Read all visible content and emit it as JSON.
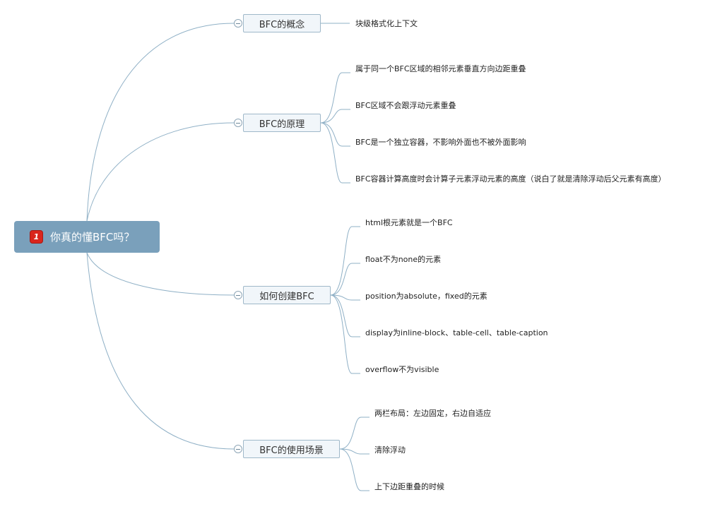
{
  "root": {
    "badge": "1",
    "title": "你真的懂BFC吗？"
  },
  "branches": [
    {
      "label": "BFC的概念",
      "leaves": [
        "块级格式化上下文"
      ]
    },
    {
      "label": "BFC的原理",
      "leaves": [
        "属于同一个BFC区域的相邻元素垂直方向边距重叠",
        "BFC区域不会跟浮动元素重叠",
        "BFC是一个独立容器，不影响外面也不被外面影响",
        "BFC容器计算高度时会计算子元素浮动元素的高度（说白了就是清除浮动后父元素有高度）"
      ]
    },
    {
      "label": "如何创建BFC",
      "leaves": [
        "html根元素就是一个BFC",
        "float不为none的元素",
        "position为absolute，fixed的元素",
        "display为inline-block、table-cell、table-caption",
        "overflow不为visible"
      ]
    },
    {
      "label": "BFC的使用场景",
      "leaves": [
        "两栏布局：左边固定，右边自适应",
        "清除浮动",
        "上下边距重叠的时候"
      ]
    }
  ],
  "colors": {
    "root": "#7aa0bb",
    "line": "#8fb0c6",
    "badge": "#d9251d"
  }
}
